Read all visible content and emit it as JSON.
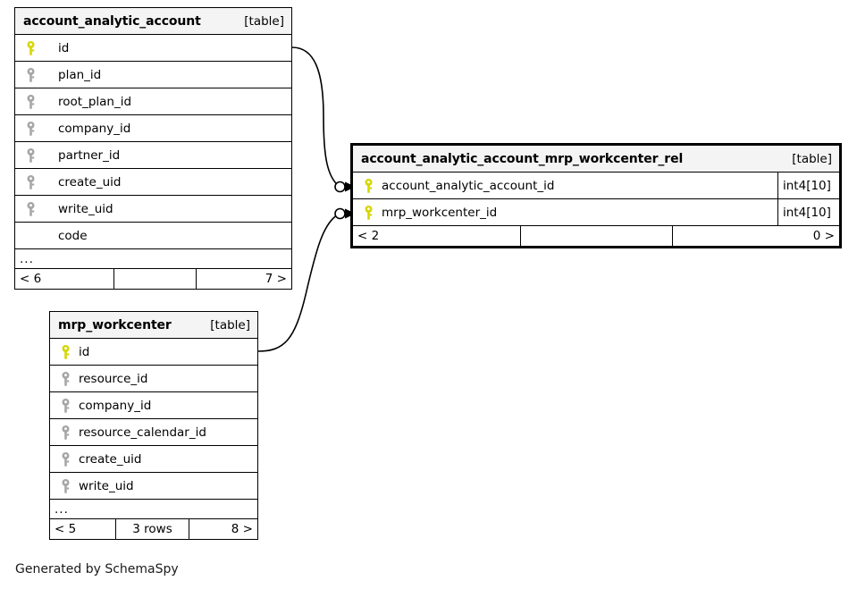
{
  "diagram": {
    "caption": "Generated by SchemaSpy",
    "kind_label": "[table]",
    "ellipsis": "...",
    "pk_color": "#d6d600",
    "fk_color": "#a6a6a6",
    "header_bg": "#f4f4f4"
  },
  "tables": [
    {
      "id": "account_analytic_account",
      "title": "account_analytic_account",
      "kind": "[table]",
      "columns": [
        {
          "name": "id",
          "key": "primary"
        },
        {
          "name": "plan_id",
          "key": "foreign"
        },
        {
          "name": "root_plan_id",
          "key": "foreign"
        },
        {
          "name": "company_id",
          "key": "foreign"
        },
        {
          "name": "partner_id",
          "key": "foreign"
        },
        {
          "name": "create_uid",
          "key": "foreign"
        },
        {
          "name": "write_uid",
          "key": "foreign"
        },
        {
          "name": "code",
          "key": "none"
        }
      ],
      "has_ellipsis": true,
      "footer": {
        "left": "< 6",
        "middle": "",
        "right": "7 >"
      }
    },
    {
      "id": "account_analytic_account_mrp_workcenter_rel",
      "title": "account_analytic_account_mrp_workcenter_rel",
      "kind": "[table]",
      "focused": true,
      "columns": [
        {
          "name": "account_analytic_account_id",
          "key": "primary",
          "type": "int4[10]"
        },
        {
          "name": "mrp_workcenter_id",
          "key": "primary",
          "type": "int4[10]"
        }
      ],
      "has_ellipsis": false,
      "footer": {
        "left": "< 2",
        "middle": "",
        "right": "0 >"
      }
    },
    {
      "id": "mrp_workcenter",
      "title": "mrp_workcenter",
      "kind": "[table]",
      "columns": [
        {
          "name": "id",
          "key": "primary"
        },
        {
          "name": "resource_id",
          "key": "foreign"
        },
        {
          "name": "company_id",
          "key": "foreign"
        },
        {
          "name": "resource_calendar_id",
          "key": "foreign"
        },
        {
          "name": "create_uid",
          "key": "foreign"
        },
        {
          "name": "write_uid",
          "key": "foreign"
        }
      ],
      "has_ellipsis": true,
      "footer": {
        "left": "< 5",
        "middle": "3 rows",
        "right": "8 >"
      }
    }
  ],
  "relationships": [
    {
      "from_table": "account_analytic_account",
      "from_column": "id",
      "to_table": "account_analytic_account_mrp_workcenter_rel",
      "to_column": "account_analytic_account_id"
    },
    {
      "from_table": "mrp_workcenter",
      "from_column": "id",
      "to_table": "account_analytic_account_mrp_workcenter_rel",
      "to_column": "mrp_workcenter_id"
    }
  ]
}
